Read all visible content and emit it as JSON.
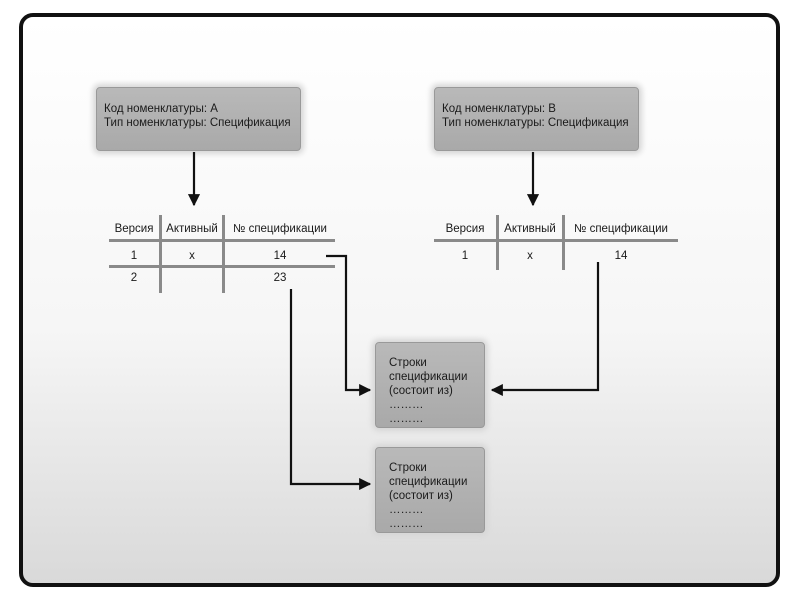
{
  "item_a": {
    "code_line": "Код номенклатуры: A",
    "type_line": "Тип номенклатуры: Спецификация"
  },
  "item_b": {
    "code_line": "Код номенклатуры: B",
    "type_line": "Тип номенклатуры: Спецификация"
  },
  "table_a": {
    "headers": [
      "Версия",
      "Активный",
      "№ спецификации"
    ],
    "rows": [
      [
        "1",
        "x",
        "14"
      ],
      [
        "2",
        "",
        "23"
      ]
    ]
  },
  "table_b": {
    "headers": [
      "Версия",
      "Активный",
      "№ спецификации"
    ],
    "rows": [
      [
        "1",
        "x",
        "14"
      ]
    ]
  },
  "spec_lines_14": {
    "line1": "Строки",
    "line2": "спецификации",
    "line3": "(состоит из)",
    "dots1": "………",
    "dots2": "………"
  },
  "spec_lines_23": {
    "line1": "Строки",
    "line2": "спецификации",
    "line3": "(состоит из)",
    "dots1": "………",
    "dots2": "………"
  },
  "colors": {
    "card": "#b0b0b0",
    "arrow": "#111111",
    "frame": "#111111",
    "table_rule": "#8a8a8a"
  }
}
